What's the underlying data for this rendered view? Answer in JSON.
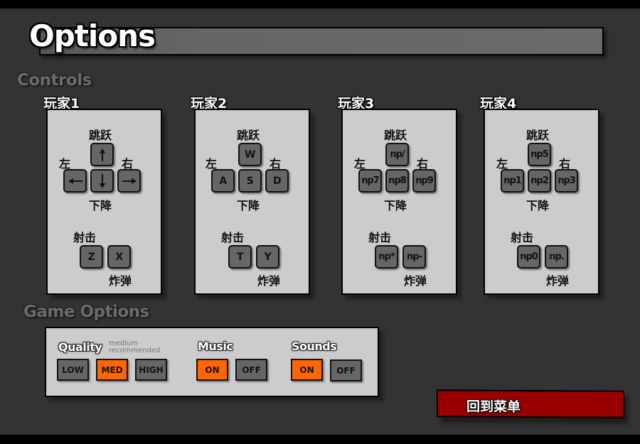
{
  "title": "Options",
  "controls": {
    "heading": "Controls",
    "action_labels": {
      "jump": "跳跃",
      "left": "左",
      "right": "右",
      "down": "下降",
      "shoot": "射击",
      "bomb": "炸弹"
    },
    "players": [
      {
        "label": "玩家1",
        "keys": {
          "up": "↑",
          "left": "←",
          "down": "↓",
          "right": "→",
          "shoot": "Z",
          "bomb": "X"
        },
        "key_icons": {
          "up": "arrow-up-icon",
          "left": "arrow-left-icon",
          "down": "arrow-down-icon",
          "right": "arrow-right-icon"
        }
      },
      {
        "label": "玩家2",
        "keys": {
          "up": "W",
          "left": "A",
          "down": "S",
          "right": "D",
          "shoot": "T",
          "bomb": "Y"
        }
      },
      {
        "label": "玩家3",
        "keys": {
          "up": "np/",
          "left": "np7",
          "down": "np8",
          "right": "np9",
          "shoot": "np*",
          "bomb": "np-"
        }
      },
      {
        "label": "玩家4",
        "keys": {
          "up": "np5",
          "left": "np1",
          "down": "np2",
          "right": "np3",
          "shoot": "np0",
          "bomb": "np."
        }
      }
    ]
  },
  "game_options": {
    "heading": "Game Options",
    "quality": {
      "label": "Quality",
      "note_line1": "medium",
      "note_line2": "recommended",
      "options": [
        "LOW",
        "MED",
        "HIGH"
      ],
      "selected": "MED"
    },
    "music": {
      "label": "Music",
      "options": [
        "ON",
        "OFF"
      ],
      "selected": "ON"
    },
    "sounds": {
      "label": "Sounds",
      "options": [
        "ON",
        "OFF"
      ],
      "selected": "ON"
    }
  },
  "back_button": {
    "label": "回到菜单"
  },
  "colors": {
    "background": "#333333",
    "panel": "#cccccc",
    "key": "#666666",
    "active": "#ff6600",
    "back_button": "#990000"
  }
}
